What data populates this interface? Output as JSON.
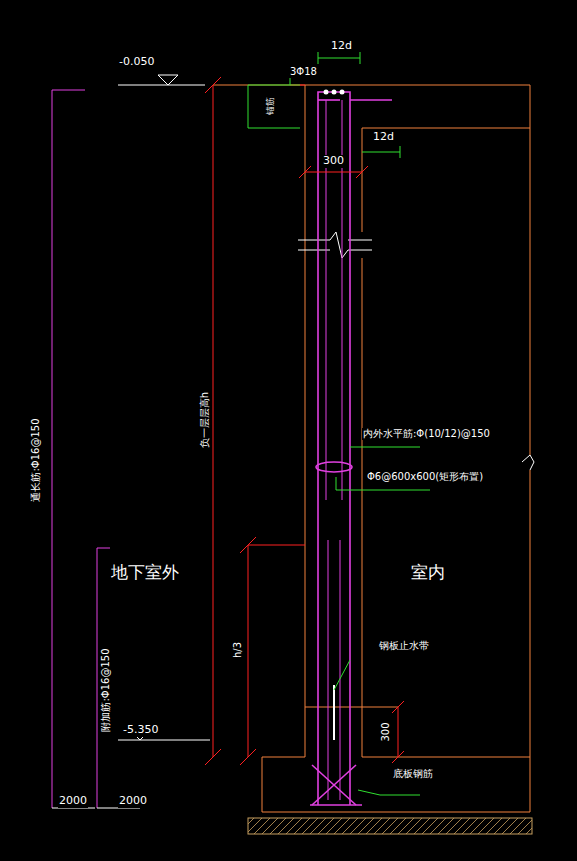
{
  "diagram": {
    "labels": [
      "-0.050",
      "12d",
      "3Φ18",
      "锚筋",
      "12d",
      "300",
      "负一层层高h",
      "通长筋:Φ16@150",
      "内外水平筋:Φ(10/12)@150",
      "Φ6@600x600(矩形布置)",
      "地下室外",
      "室内",
      "附加筋:Φ16@150",
      "h/3",
      "钢板止水带",
      "300",
      "-5.350",
      "底板钢筋",
      "2000",
      "2000"
    ]
  }
}
